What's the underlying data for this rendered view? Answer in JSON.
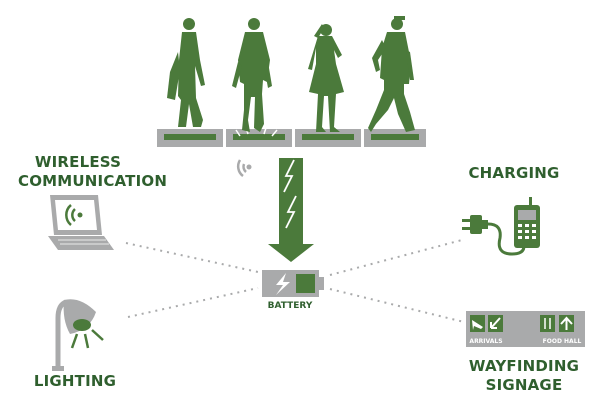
{
  "colors": {
    "green": "#4b7a3b",
    "dark_green": "#2f5f2e",
    "gray": "#a9aaab",
    "light_gray": "#c8c9ca",
    "white": "#ffffff"
  },
  "icons": {
    "walkers": "people-walking-icons",
    "tiles": "energy-floor-tiles",
    "signal": "wireless-signal-icon",
    "arrow": "energy-arrow-icon",
    "battery": "battery-icon",
    "laptop": "laptop-icon",
    "lamp": "lamp-icon",
    "charger": "plug-phone-icon",
    "sign": "wayfinding-sign-icon"
  },
  "labels": {
    "wireless_line1": "WIRELESS",
    "wireless_line2": "COMMUNICATION",
    "charging": "CHARGING",
    "lighting": "LIGHTING",
    "wayfinding_line1": "WAYFINDING",
    "wayfinding_line2": "SIGNAGE",
    "battery": "BATTERY",
    "sign_arrivals": "ARRIVALS",
    "sign_food_hall": "FOOD HALL"
  }
}
